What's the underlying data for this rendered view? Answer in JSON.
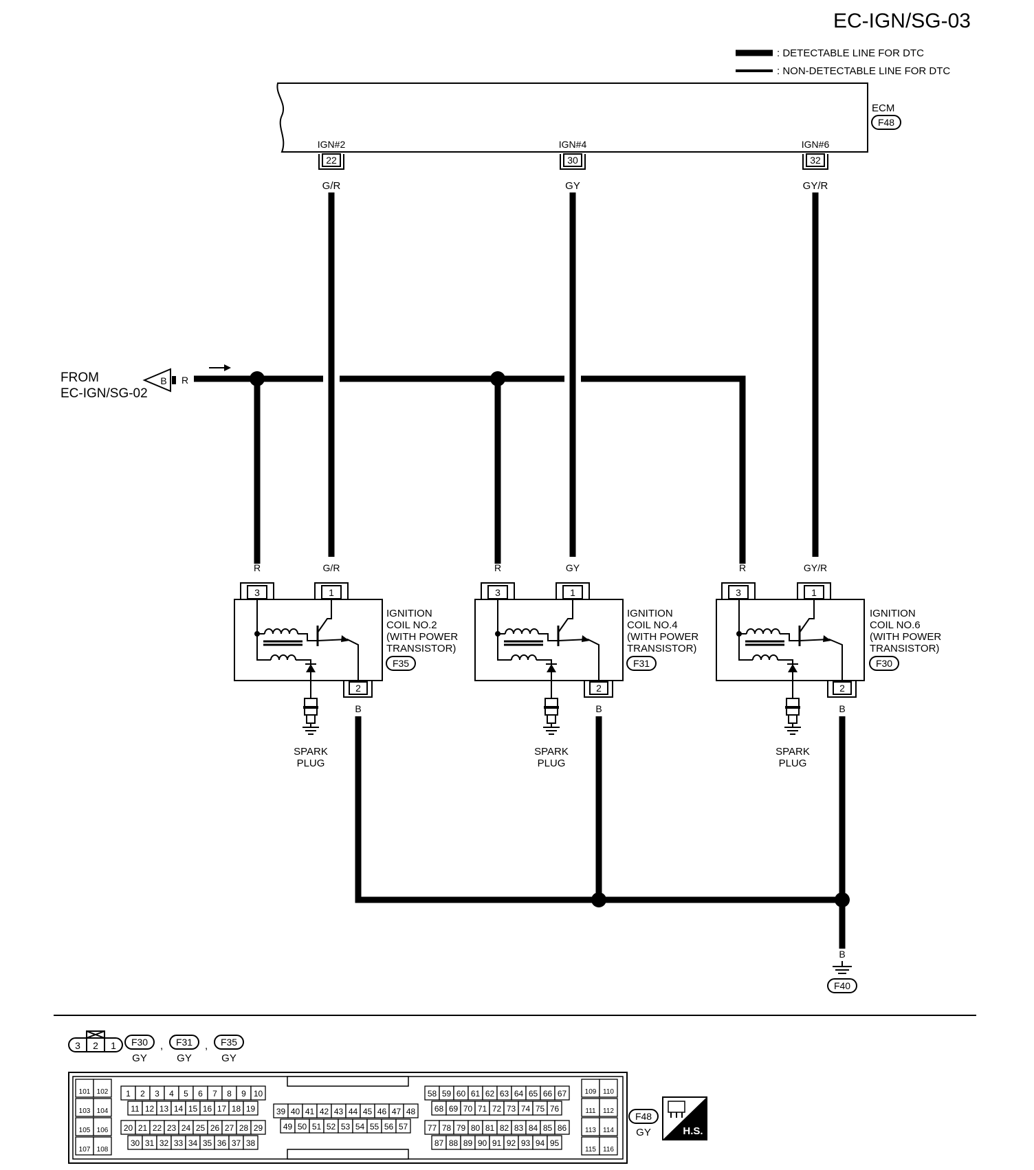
{
  "title": "EC-IGN/SG-03",
  "legend": {
    "detectable": ": DETECTABLE LINE FOR DTC",
    "non_detectable": ": NON-DETECTABLE LINE FOR DTC"
  },
  "ecm": {
    "label": "ECM",
    "connector": "F48",
    "terminals": [
      {
        "name": "IGN#2",
        "pin": "22",
        "wire": "G/R"
      },
      {
        "name": "IGN#4",
        "pin": "30",
        "wire": "GY"
      },
      {
        "name": "IGN#6",
        "pin": "32",
        "wire": "GY/R"
      }
    ]
  },
  "source": {
    "line1": "FROM",
    "line2": "EC-IGN/SG-02",
    "connector_letter": "B",
    "wire": "R"
  },
  "coils": [
    {
      "line1": "IGNITION",
      "line2": "COIL NO.2",
      "line3": "(WITH POWER",
      "line4": "TRANSISTOR)",
      "connector": "F35",
      "pin3": "3",
      "pin1": "1",
      "pin2": "2",
      "wire3": "R",
      "wire1": "G/R",
      "wire2": "B",
      "plug1": "SPARK",
      "plug2": "PLUG"
    },
    {
      "line1": "IGNITION",
      "line2": "COIL NO.4",
      "line3": "(WITH POWER",
      "line4": "TRANSISTOR)",
      "connector": "F31",
      "pin3": "3",
      "pin1": "1",
      "pin2": "2",
      "wire3": "R",
      "wire1": "GY",
      "wire2": "B",
      "plug1": "SPARK",
      "plug2": "PLUG"
    },
    {
      "line1": "IGNITION",
      "line2": "COIL NO.6",
      "line3": "(WITH POWER",
      "line4": "TRANSISTOR)",
      "connector": "F30",
      "pin3": "3",
      "pin1": "1",
      "pin2": "2",
      "wire3": "R",
      "wire1": "GY/R",
      "wire2": "B",
      "plug1": "SPARK",
      "plug2": "PLUG"
    }
  ],
  "ground": {
    "wire": "B",
    "connector": "F40"
  },
  "bottom": {
    "coil_connector_pins": [
      "3",
      "2",
      "1"
    ],
    "coil_connectors": [
      {
        "id": "F30",
        "color": "GY"
      },
      {
        "id": "F31",
        "color": "GY"
      },
      {
        "id": "F35",
        "color": "GY"
      }
    ],
    "separator": ",",
    "ecm_connector": {
      "id": "F48",
      "color": "GY"
    },
    "hs_label": "H.S."
  },
  "ecm_grid": {
    "block_a": [
      "101",
      "102",
      "103",
      "104",
      "105",
      "106",
      "107",
      "108"
    ],
    "block_b_row1": [
      "1",
      "2",
      "3",
      "4",
      "5",
      "6",
      "7",
      "8",
      "9",
      "10"
    ],
    "block_b_row2": [
      "11",
      "12",
      "13",
      "14",
      "15",
      "16",
      "17",
      "18",
      "19"
    ],
    "block_b_row3": [
      "20",
      "21",
      "22",
      "23",
      "24",
      "25",
      "26",
      "27",
      "28",
      "29"
    ],
    "block_b_row4": [
      "30",
      "31",
      "32",
      "33",
      "34",
      "35",
      "36",
      "37",
      "38"
    ],
    "block_c_row1": [
      "39",
      "40",
      "41",
      "42",
      "43",
      "44",
      "45",
      "46",
      "47",
      "48"
    ],
    "block_c_row2": [
      "49",
      "50",
      "51",
      "52",
      "53",
      "54",
      "55",
      "56",
      "57"
    ],
    "block_d_row1": [
      "58",
      "59",
      "60",
      "61",
      "62",
      "63",
      "64",
      "65",
      "66",
      "67"
    ],
    "block_d_row2": [
      "68",
      "69",
      "70",
      "71",
      "72",
      "73",
      "74",
      "75",
      "76"
    ],
    "block_d_row3": [
      "77",
      "78",
      "79",
      "80",
      "81",
      "82",
      "83",
      "84",
      "85",
      "86"
    ],
    "block_d_row4": [
      "87",
      "88",
      "89",
      "90",
      "91",
      "92",
      "93",
      "94",
      "95"
    ],
    "block_e": [
      "109",
      "110",
      "111",
      "112",
      "113",
      "114",
      "115",
      "116"
    ]
  }
}
